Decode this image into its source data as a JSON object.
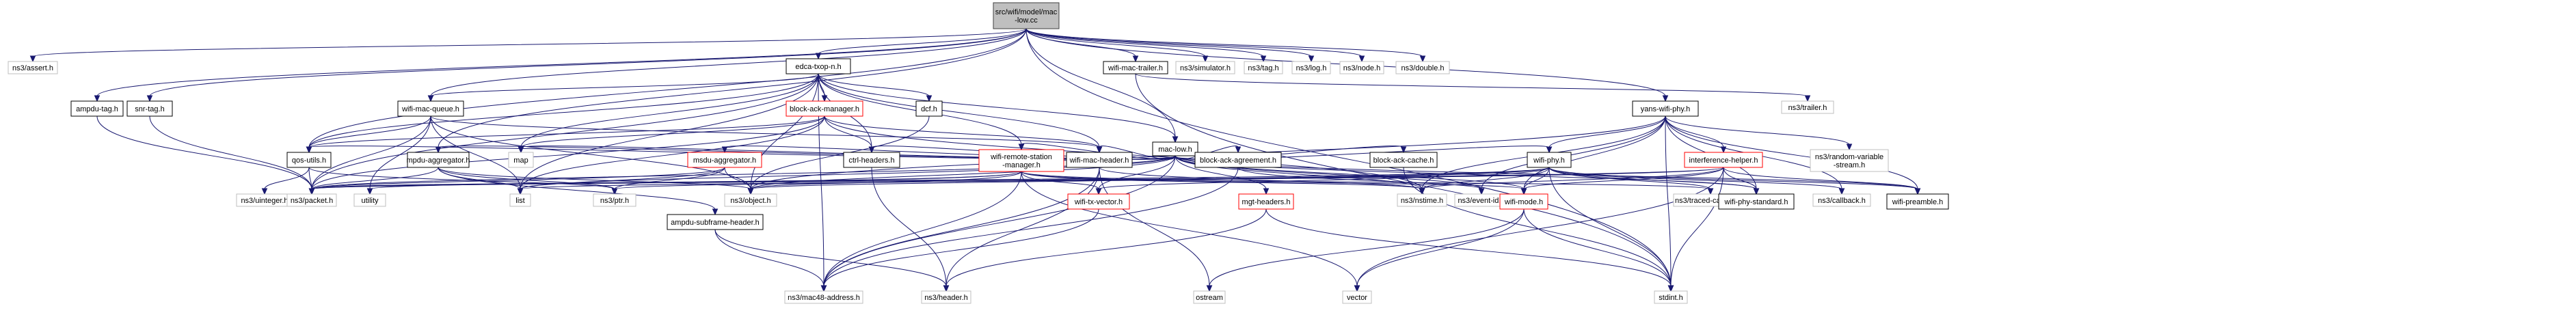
{
  "graph": {
    "nodes": [
      {
        "id": "root",
        "lines": [
          "src/wifi/model/mac",
          "-low.cc"
        ],
        "border": "#404040",
        "fill": "#bfbfbf"
      },
      {
        "id": "asset",
        "lines": [
          "ns3/assert.h"
        ],
        "border": "#bfbfbf",
        "fill": "#ffffff"
      },
      {
        "id": "ampdutag",
        "lines": [
          "ampdu-tag.h"
        ],
        "border": "#000000",
        "fill": "#ffffff"
      },
      {
        "id": "snrtag",
        "lines": [
          "snr-tag.h"
        ],
        "border": "#000000",
        "fill": "#ffffff"
      },
      {
        "id": "wmq",
        "lines": [
          "wifi-mac-queue.h"
        ],
        "border": "#000000",
        "fill": "#ffffff"
      },
      {
        "id": "edca",
        "lines": [
          "edca-txop-n.h"
        ],
        "border": "#000000",
        "fill": "#ffffff"
      },
      {
        "id": "wmtrailer",
        "lines": [
          "wifi-mac-trailer.h"
        ],
        "border": "#000000",
        "fill": "#ffffff"
      },
      {
        "id": "simulator",
        "lines": [
          "ns3/simulator.h"
        ],
        "border": "#bfbfbf",
        "fill": "#ffffff"
      },
      {
        "id": "tag",
        "lines": [
          "ns3/tag.h"
        ],
        "border": "#bfbfbf",
        "fill": "#ffffff"
      },
      {
        "id": "log",
        "lines": [
          "ns3/log.h"
        ],
        "border": "#bfbfbf",
        "fill": "#ffffff"
      },
      {
        "id": "node",
        "lines": [
          "ns3/node.h"
        ],
        "border": "#bfbfbf",
        "fill": "#ffffff"
      },
      {
        "id": "double",
        "lines": [
          "ns3/double.h"
        ],
        "border": "#bfbfbf",
        "fill": "#ffffff"
      },
      {
        "id": "bam",
        "lines": [
          "block-ack-manager.h"
        ],
        "border": "#ff0000",
        "fill": "#ffffff"
      },
      {
        "id": "dcf",
        "lines": [
          "dcf.h"
        ],
        "border": "#000000",
        "fill": "#ffffff"
      },
      {
        "id": "yans",
        "lines": [
          "yans-wifi-phy.h"
        ],
        "border": "#000000",
        "fill": "#ffffff"
      },
      {
        "id": "trailer",
        "lines": [
          "ns3/trailer.h"
        ],
        "border": "#bfbfbf",
        "fill": "#ffffff"
      },
      {
        "id": "maclow",
        "lines": [
          "mac-low.h"
        ],
        "border": "#000000",
        "fill": "#ffffff"
      },
      {
        "id": "qos",
        "lines": [
          "qos-utils.h"
        ],
        "border": "#000000",
        "fill": "#ffffff"
      },
      {
        "id": "mpduagg",
        "lines": [
          "mpdu-aggregator.h"
        ],
        "border": "#000000",
        "fill": "#ffffff"
      },
      {
        "id": "map",
        "lines": [
          "map"
        ],
        "border": "#bfbfbf",
        "fill": "#ffffff"
      },
      {
        "id": "msdu",
        "lines": [
          "msdu-aggregator.h"
        ],
        "border": "#ff0000",
        "fill": "#ffffff"
      },
      {
        "id": "ctrl",
        "lines": [
          "ctrl-headers.h"
        ],
        "border": "#000000",
        "fill": "#ffffff"
      },
      {
        "id": "wrsm",
        "lines": [
          "wifi-remote-station",
          "-manager.h"
        ],
        "border": "#ff0000",
        "fill": "#ffffff"
      },
      {
        "id": "wmh",
        "lines": [
          "wifi-mac-header.h"
        ],
        "border": "#000000",
        "fill": "#ffffff"
      },
      {
        "id": "baa",
        "lines": [
          "block-ack-agreement.h"
        ],
        "border": "#000000",
        "fill": "#ffffff"
      },
      {
        "id": "bac",
        "lines": [
          "block-ack-cache.h"
        ],
        "border": "#000000",
        "fill": "#ffffff"
      },
      {
        "id": "wifiphy",
        "lines": [
          "wifi-phy.h"
        ],
        "border": "#000000",
        "fill": "#ffffff"
      },
      {
        "id": "ih",
        "lines": [
          "interference-helper.h"
        ],
        "border": "#ff0000",
        "fill": "#ffffff"
      },
      {
        "id": "rv",
        "lines": [
          "ns3/random-variable",
          "-stream.h"
        ],
        "border": "#bfbfbf",
        "fill": "#ffffff"
      },
      {
        "id": "uinteger",
        "lines": [
          "ns3/uinteger.h"
        ],
        "border": "#bfbfbf",
        "fill": "#ffffff"
      },
      {
        "id": "packet",
        "lines": [
          "ns3/packet.h"
        ],
        "border": "#bfbfbf",
        "fill": "#ffffff"
      },
      {
        "id": "utility",
        "lines": [
          "utility"
        ],
        "border": "#bfbfbf",
        "fill": "#ffffff"
      },
      {
        "id": "list",
        "lines": [
          "list"
        ],
        "border": "#bfbfbf",
        "fill": "#ffffff"
      },
      {
        "id": "ptr",
        "lines": [
          "ns3/ptr.h"
        ],
        "border": "#bfbfbf",
        "fill": "#ffffff"
      },
      {
        "id": "object",
        "lines": [
          "ns3/object.h"
        ],
        "border": "#bfbfbf",
        "fill": "#ffffff"
      },
      {
        "id": "wtv",
        "lines": [
          "wifi-tx-vector.h"
        ],
        "border": "#ff0000",
        "fill": "#ffffff"
      },
      {
        "id": "mgt",
        "lines": [
          "mgt-headers.h"
        ],
        "border": "#ff0000",
        "fill": "#ffffff"
      },
      {
        "id": "nstime",
        "lines": [
          "ns3/nstime.h"
        ],
        "border": "#bfbfbf",
        "fill": "#ffffff"
      },
      {
        "id": "eventid",
        "lines": [
          "ns3/event-id.h"
        ],
        "border": "#bfbfbf",
        "fill": "#ffffff"
      },
      {
        "id": "wifimode",
        "lines": [
          "wifi-mode.h"
        ],
        "border": "#ff0000",
        "fill": "#ffffff"
      },
      {
        "id": "traced",
        "lines": [
          "ns3/traced-callback.h"
        ],
        "border": "#bfbfbf",
        "fill": "#ffffff"
      },
      {
        "id": "wps",
        "lines": [
          "wifi-phy-standard.h"
        ],
        "border": "#000000",
        "fill": "#ffffff"
      },
      {
        "id": "callback",
        "lines": [
          "ns3/callback.h"
        ],
        "border": "#bfbfbf",
        "fill": "#ffffff"
      },
      {
        "id": "preamble",
        "lines": [
          "wifi-preamble.h"
        ],
        "border": "#000000",
        "fill": "#ffffff"
      },
      {
        "id": "asfh",
        "lines": [
          "ampdu-subframe-header.h"
        ],
        "border": "#000000",
        "fill": "#ffffff"
      },
      {
        "id": "mac48",
        "lines": [
          "ns3/mac48-address.h"
        ],
        "border": "#bfbfbf",
        "fill": "#ffffff"
      },
      {
        "id": "header",
        "lines": [
          "ns3/header.h"
        ],
        "border": "#bfbfbf",
        "fill": "#ffffff"
      },
      {
        "id": "ostream",
        "lines": [
          "ostream"
        ],
        "border": "#bfbfbf",
        "fill": "#ffffff"
      },
      {
        "id": "vector",
        "lines": [
          "vector"
        ],
        "border": "#bfbfbf",
        "fill": "#ffffff"
      },
      {
        "id": "stdint",
        "lines": [
          "stdint.h"
        ],
        "border": "#bfbfbf",
        "fill": "#ffffff"
      }
    ],
    "edges": [
      [
        "root",
        "asset"
      ],
      [
        "root",
        "ampdutag"
      ],
      [
        "root",
        "snrtag"
      ],
      [
        "root",
        "wmq"
      ],
      [
        "root",
        "edca"
      ],
      [
        "root",
        "wmtrailer"
      ],
      [
        "root",
        "simulator"
      ],
      [
        "root",
        "tag"
      ],
      [
        "root",
        "log"
      ],
      [
        "root",
        "node"
      ],
      [
        "root",
        "double"
      ],
      [
        "root",
        "maclow"
      ],
      [
        "root",
        "yans"
      ],
      [
        "root",
        "qos"
      ],
      [
        "root",
        "mpduagg"
      ],
      [
        "root",
        "stdint"
      ],
      [
        "ampdutag",
        "packet"
      ],
      [
        "snrtag",
        "packet"
      ],
      [
        "wmq",
        "packet"
      ],
      [
        "wmq",
        "utility"
      ],
      [
        "wmq",
        "list"
      ],
      [
        "wmq",
        "object"
      ],
      [
        "wmq",
        "wmh"
      ],
      [
        "wmq",
        "qos"
      ],
      [
        "edca",
        "bam"
      ],
      [
        "edca",
        "dcf"
      ],
      [
        "edca",
        "maclow"
      ],
      [
        "edca",
        "qos"
      ],
      [
        "edca",
        "wmq"
      ],
      [
        "edca",
        "packet"
      ],
      [
        "edca",
        "map"
      ],
      [
        "edca",
        "list"
      ],
      [
        "edca",
        "ctrl"
      ],
      [
        "edca",
        "wrsm"
      ],
      [
        "edca",
        "wmh"
      ],
      [
        "edca",
        "object"
      ],
      [
        "edca",
        "mac48"
      ],
      [
        "wmtrailer",
        "trailer"
      ],
      [
        "wmtrailer",
        "stdint"
      ],
      [
        "bam",
        "wmh"
      ],
      [
        "bam",
        "ctrl"
      ],
      [
        "bam",
        "packet"
      ],
      [
        "bam",
        "qos"
      ],
      [
        "bam",
        "map"
      ],
      [
        "bam",
        "list"
      ],
      [
        "bam",
        "nstime"
      ],
      [
        "dcf",
        "object"
      ],
      [
        "yans",
        "wifiphy"
      ],
      [
        "yans",
        "ih"
      ],
      [
        "yans",
        "rv"
      ],
      [
        "yans",
        "wifimode"
      ],
      [
        "yans",
        "callback"
      ],
      [
        "yans",
        "preamble"
      ],
      [
        "yans",
        "wps"
      ],
      [
        "yans",
        "nstime"
      ],
      [
        "yans",
        "eventid"
      ],
      [
        "yans",
        "stdint"
      ],
      [
        "yans",
        "object"
      ],
      [
        "maclow",
        "wmh"
      ],
      [
        "maclow",
        "wifimode"
      ],
      [
        "maclow",
        "wifiphy"
      ],
      [
        "maclow",
        "wrsm"
      ],
      [
        "maclow",
        "ctrl"
      ],
      [
        "maclow",
        "mgt"
      ],
      [
        "maclow",
        "baa"
      ],
      [
        "maclow",
        "bac"
      ],
      [
        "maclow",
        "msdu"
      ],
      [
        "maclow",
        "mpduagg"
      ],
      [
        "maclow",
        "qos"
      ],
      [
        "maclow",
        "packet"
      ],
      [
        "maclow",
        "map"
      ],
      [
        "maclow",
        "list"
      ],
      [
        "maclow",
        "nstime"
      ],
      [
        "maclow",
        "eventid"
      ],
      [
        "maclow",
        "object"
      ],
      [
        "maclow",
        "mac48"
      ],
      [
        "maclow",
        "wtv"
      ],
      [
        "maclow",
        "wps"
      ],
      [
        "maclow",
        "preamble"
      ],
      [
        "qos",
        "uinteger"
      ],
      [
        "qos",
        "packet"
      ],
      [
        "qos",
        "ptr"
      ],
      [
        "mpduagg",
        "asfh"
      ],
      [
        "mpduagg",
        "packet"
      ],
      [
        "mpduagg",
        "ptr"
      ],
      [
        "mpduagg",
        "list"
      ],
      [
        "mpduagg",
        "object"
      ],
      [
        "msdu",
        "packet"
      ],
      [
        "msdu",
        "ptr"
      ],
      [
        "msdu",
        "list"
      ],
      [
        "msdu",
        "object"
      ],
      [
        "ctrl",
        "header"
      ],
      [
        "wrsm",
        "mac48"
      ],
      [
        "wrsm",
        "wtv"
      ],
      [
        "wrsm",
        "wifimode"
      ],
      [
        "wrsm",
        "traced"
      ],
      [
        "wrsm",
        "nstime"
      ],
      [
        "wrsm",
        "object"
      ],
      [
        "wrsm",
        "packet"
      ],
      [
        "wrsm",
        "utility"
      ],
      [
        "wrsm",
        "vector"
      ],
      [
        "wmh",
        "mac48"
      ],
      [
        "wmh",
        "header"
      ],
      [
        "wmh",
        "nstime"
      ],
      [
        "wmh",
        "ostream"
      ],
      [
        "baa",
        "mac48"
      ],
      [
        "baa",
        "eventid"
      ],
      [
        "bac",
        "stdint"
      ],
      [
        "wifiphy",
        "wifimode"
      ],
      [
        "wifiphy",
        "wps"
      ],
      [
        "wifiphy",
        "preamble"
      ],
      [
        "wifiphy",
        "wtv"
      ],
      [
        "wifiphy",
        "callback"
      ],
      [
        "wifiphy",
        "packet"
      ],
      [
        "wifiphy",
        "object"
      ],
      [
        "wifiphy",
        "nstime"
      ],
      [
        "wifiphy",
        "ptr"
      ],
      [
        "wifiphy",
        "traced"
      ],
      [
        "wifiphy",
        "stdint"
      ],
      [
        "ih",
        "wifimode"
      ],
      [
        "ih",
        "wps"
      ],
      [
        "ih",
        "preamble"
      ],
      [
        "ih",
        "nstime"
      ],
      [
        "ih",
        "packet"
      ],
      [
        "ih",
        "vector"
      ],
      [
        "ih",
        "list"
      ],
      [
        "ih",
        "stdint"
      ],
      [
        "asfh",
        "header"
      ],
      [
        "asfh",
        "mac48"
      ],
      [
        "wtv",
        "mac48"
      ],
      [
        "mgt",
        "header"
      ],
      [
        "mgt",
        "stdint"
      ],
      [
        "wifimode",
        "stdint"
      ],
      [
        "wifimode",
        "vector"
      ],
      [
        "wifimode",
        "ostream"
      ]
    ]
  }
}
